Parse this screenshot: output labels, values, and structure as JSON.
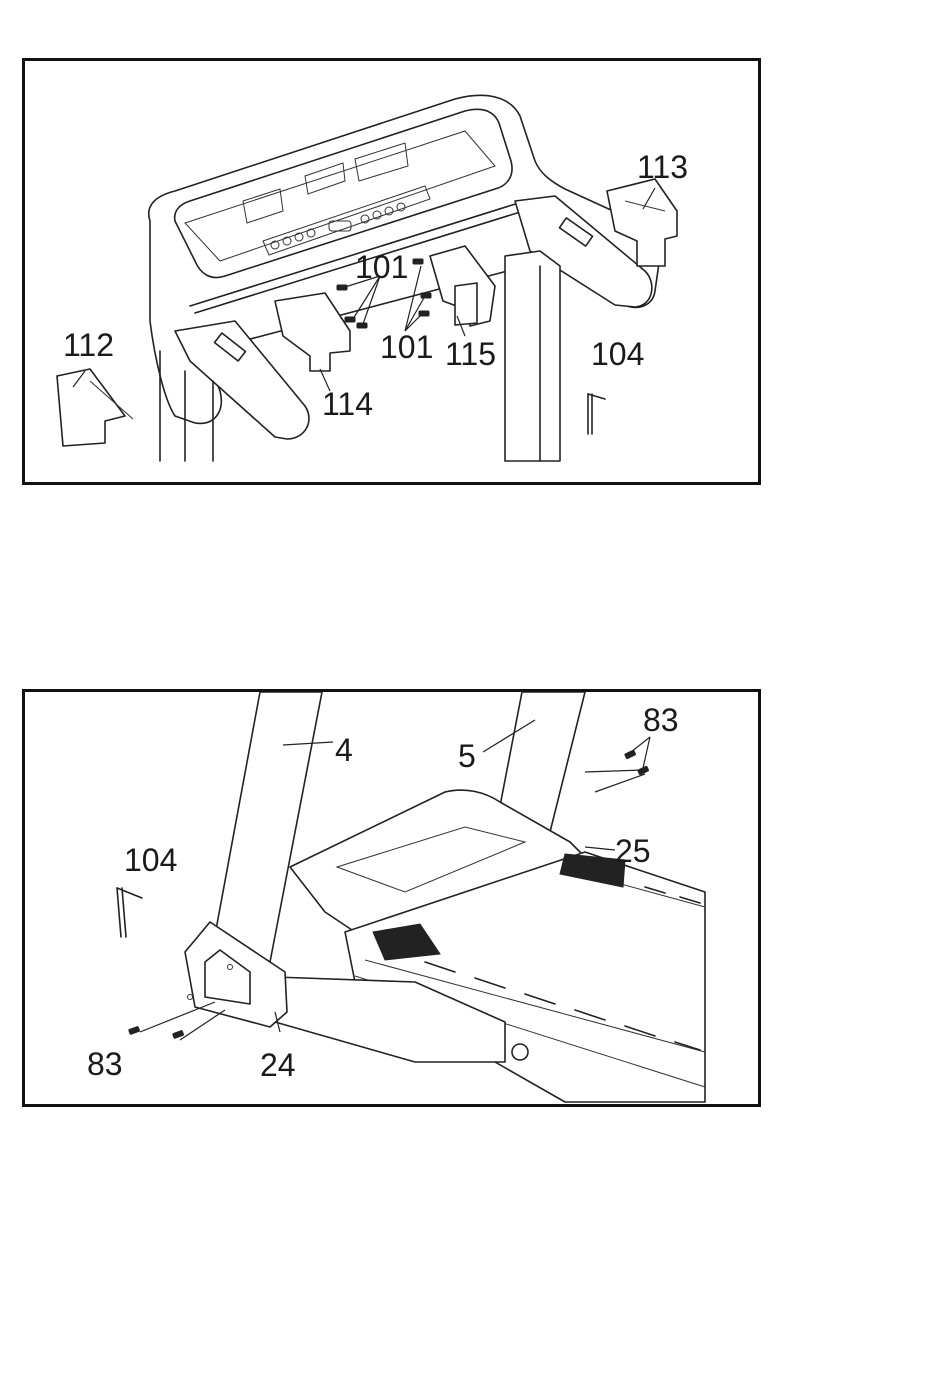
{
  "figure_top": {
    "callouts": {
      "c113": "113",
      "c101a": "101",
      "c101b": "101",
      "c112": "112",
      "c115": "115",
      "c104": "104",
      "c114": "114"
    }
  },
  "figure_bottom": {
    "callouts": {
      "c83a": "83",
      "c4": "4",
      "c5": "5",
      "c25": "25",
      "c104": "104",
      "c83b": "83",
      "c24": "24"
    }
  }
}
